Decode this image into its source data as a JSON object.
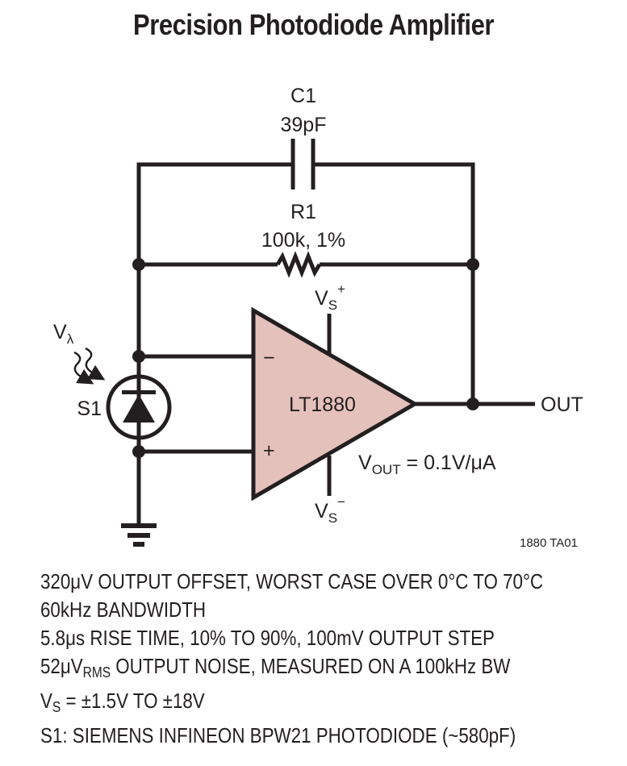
{
  "title": "Precision Photodiode Amplifier",
  "colors": {
    "wire": "#231f20",
    "opamp_fill": "#e5c1bb"
  },
  "components": {
    "capacitor": {
      "ref": "C1",
      "value": "39pF"
    },
    "resistor": {
      "ref": "R1",
      "value": "100k, 1%"
    },
    "photodiode": {
      "ref": "S1",
      "light_label_main": "V",
      "light_label_sub": "λ"
    },
    "opamp": {
      "part": "LT1880",
      "inverting_symbol": "−",
      "noninverting_symbol": "+",
      "supply_pos_main": "V",
      "supply_pos_sub": "S",
      "supply_pos_sup": "+",
      "supply_neg_main": "V",
      "supply_neg_sub": "S",
      "supply_neg_sup": "−"
    },
    "output": {
      "label": "OUT"
    },
    "gain": {
      "main": "V",
      "sub": "OUT",
      "rest": " = 0.1V/μA"
    }
  },
  "figure_id": "1880 TA01",
  "notes": [
    {
      "text": "320μV OUTPUT OFFSET, WORST CASE OVER 0°C TO 70°C"
    },
    {
      "text": "60kHz BANDWIDTH"
    },
    {
      "text": "5.8μs RISE TIME, 10% TO 90%, 100mV OUTPUT STEP"
    },
    {
      "pre": "52μV",
      "sub": "RMS",
      "post": " OUTPUT NOISE, MEASURED ON A 100kHz BW"
    },
    {
      "pre": "V",
      "sub": "S",
      "post": " = ±1.5V TO ±18V"
    },
    {
      "text": "S1: SIEMENS INFINEON BPW21 PHOTODIODE (~580pF)"
    }
  ]
}
